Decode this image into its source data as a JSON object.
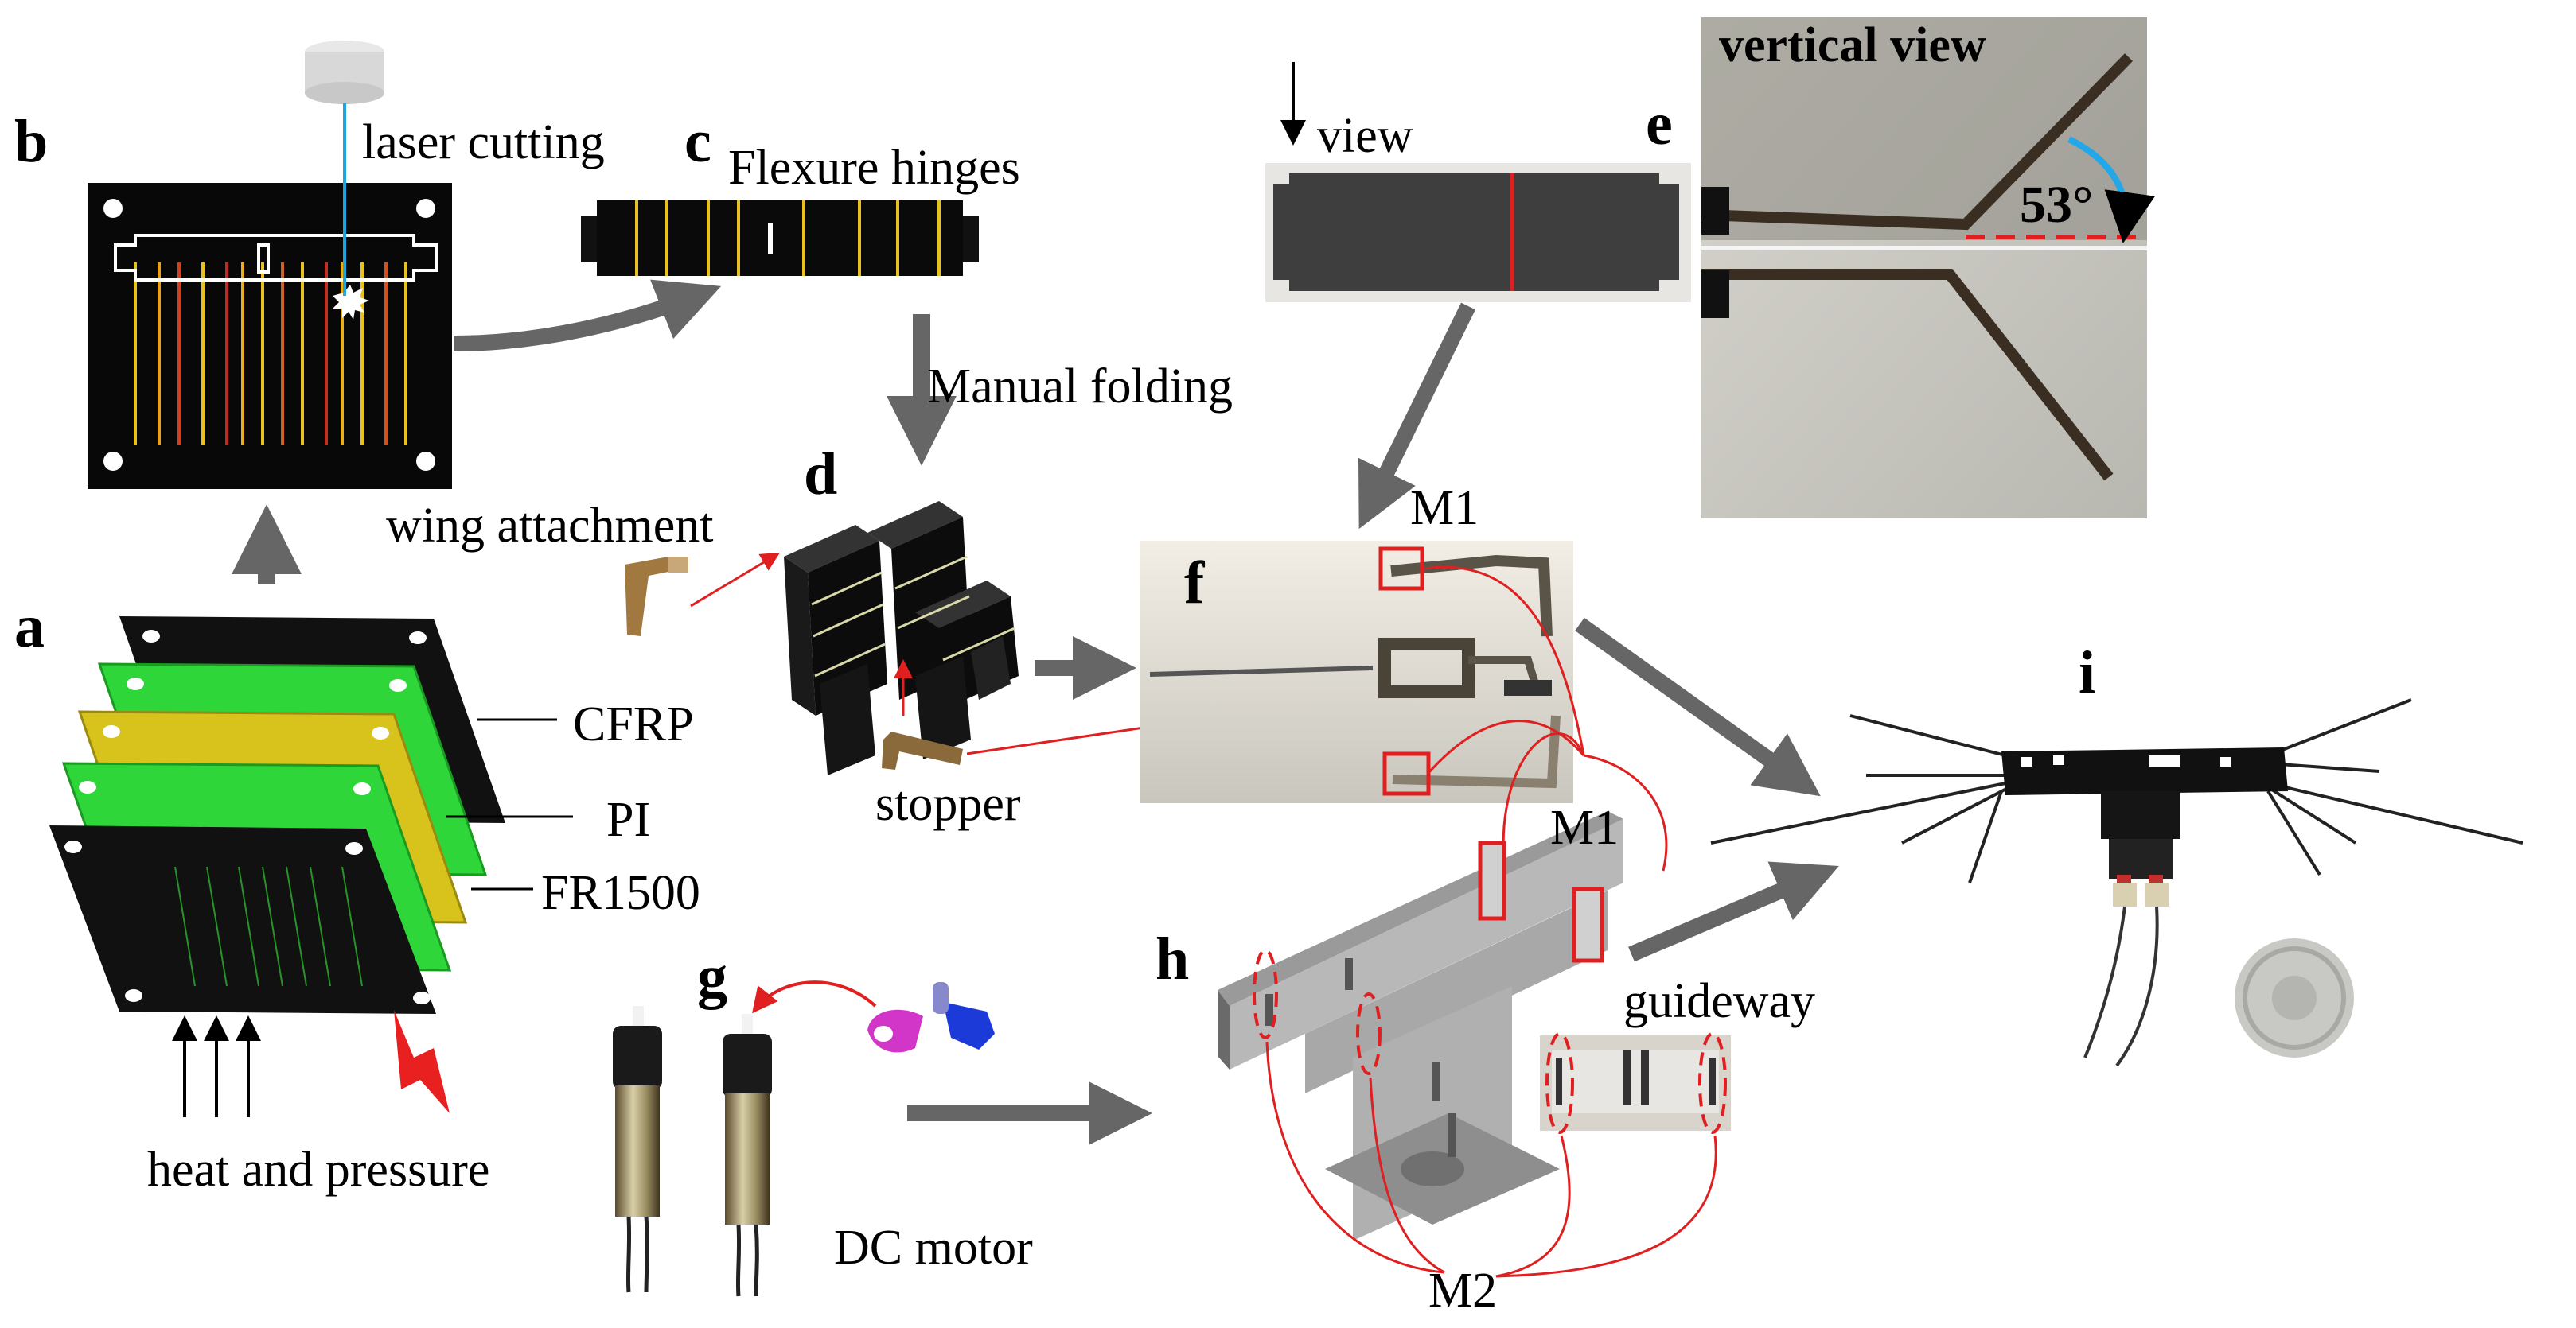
{
  "panels": {
    "a": "a",
    "b": "b",
    "c": "c",
    "d": "d",
    "e": "e",
    "f": "f",
    "g": "g",
    "h": "h",
    "i": "i"
  },
  "captions": {
    "laser_cutting": "laser cutting",
    "flexure_hinges": "Flexure hinges",
    "manual_folding": "Manual folding",
    "wing_attachment": "wing attachment",
    "stopper": "stopper",
    "cfrp": "CFRP",
    "pi": "PI",
    "fr1500": "FR1500",
    "heat_and_pressure": "heat and pressure",
    "view": "view",
    "vertical_view": "vertical view",
    "angle": "53°",
    "m1_top": "M1",
    "m1_mid": "M1",
    "m2": "M2",
    "guideway": "guideway",
    "dc_motor": "DC motor"
  },
  "colors": {
    "arrow_gray": "#666666",
    "annotation_red": "#e02020",
    "laser_blue": "#1aa7e0",
    "cfrp_black": "#111111",
    "pi_green": "#2fd63a",
    "fr1500_yellow": "#d8c21c",
    "angle_blue": "#22a8e8"
  }
}
